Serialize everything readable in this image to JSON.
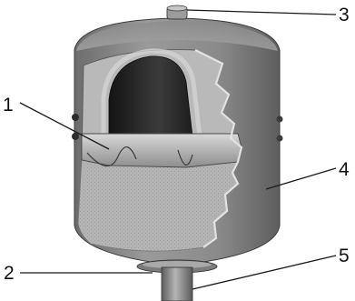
{
  "figure": {
    "subject": "expansion-vessel-cutaway",
    "colors": {
      "shell": "#858585",
      "shell_light": "#a4a4a4",
      "shell_dark": "#5a5a5a",
      "cut_edge": "#c9c9c9",
      "membrane_inner": "#2a2a2a",
      "water_region": "#b5b5b5",
      "fitting": "#7a7a7a",
      "background": "#ffffff"
    },
    "callouts": [
      {
        "id": "1",
        "label": "1"
      },
      {
        "id": "2",
        "label": "2"
      },
      {
        "id": "3",
        "label": "3"
      },
      {
        "id": "4",
        "label": "4"
      },
      {
        "id": "5",
        "label": "5"
      }
    ]
  }
}
